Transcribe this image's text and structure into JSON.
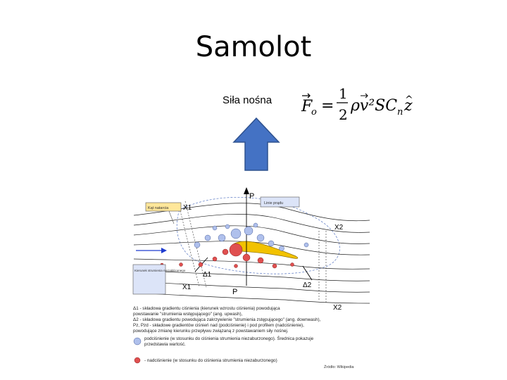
{
  "slide": {
    "title": "Samolot",
    "lift_label": "Siła nośna"
  },
  "formula": {
    "lhs": "F",
    "lhs_sub": "o",
    "equals": "=",
    "numerator": "1",
    "denominator": "2",
    "rhs": "ρv²SC",
    "rhs_sub": "n",
    "unit_vector": "z"
  },
  "diagram": {
    "callout_angle": "Kąt natarcia",
    "callout_flow": "Linie prądu",
    "callout_pressure": "Kierunek strumienia niezakłóconego",
    "labels": {
      "x1_top": "X1",
      "x1_bottom": "X1",
      "x2_top": "X2",
      "x2_bottom": "X2",
      "pz_top": "P",
      "pz_bottom": "P",
      "delta1": "Δ1",
      "delta2": "Δ2"
    },
    "description_lines": [
      "Δ1 - składowa gradientu ciśnienia (kierunek wzrostu ciśnienia) powodująca",
      "powstawanie \"strumienia wstępującego\" (ang. upwash),",
      "Δ2 - składowa gradientu powodująca zakrzywienie \"strumienia zstępującego\" (ang. downwash),",
      "Pz, Pzd - składowe gradientów ciśnień nad (podciśnienie) i pod profilem (nadciśnienie),",
      "powodujące zmianę kierunku przepływu związaną z powstawaniem siły nośnej."
    ],
    "legend_blue": "podciśnienie (w stosunku do ciśnienia strumienia niezaburzonego). Średnica pokazuje",
    "legend_blue_2": "przedstawia wartość.",
    "legend_red": "- nadciśnienie (w stosunku do ciśnienia strumienia niezaburzonego)",
    "source": "Źródło: Wikipedia"
  },
  "colors": {
    "arrow_fill": "#4472C4",
    "arrow_stroke": "#2F528F",
    "wing": "#F2C200",
    "low_pressure": "#AFC0EC",
    "high_pressure": "#E05050"
  }
}
